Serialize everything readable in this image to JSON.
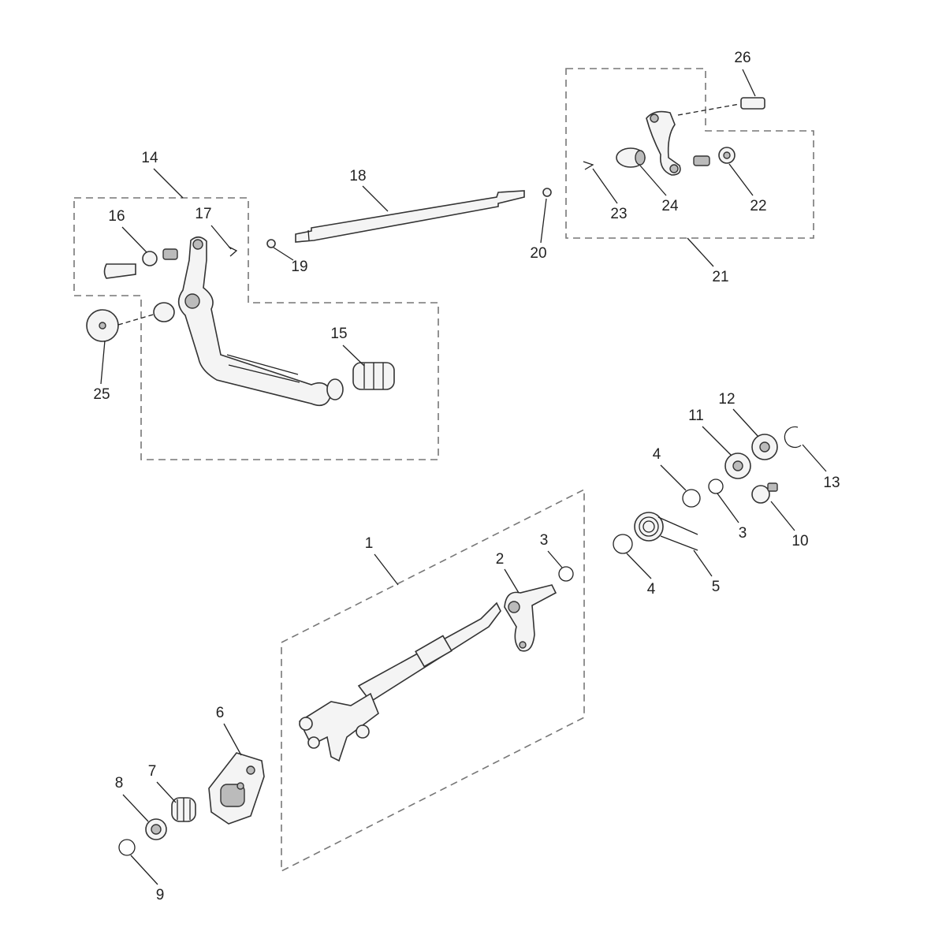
{
  "diagram": {
    "type": "exploded parts diagram",
    "callouts": [
      "26",
      "23",
      "24",
      "22",
      "21",
      "18",
      "20",
      "14",
      "16",
      "17",
      "19",
      "15",
      "25",
      "12",
      "11",
      "13",
      "4",
      "3",
      "10",
      "1",
      "2",
      "3",
      "4",
      "5",
      "6",
      "7",
      "8",
      "9"
    ]
  }
}
